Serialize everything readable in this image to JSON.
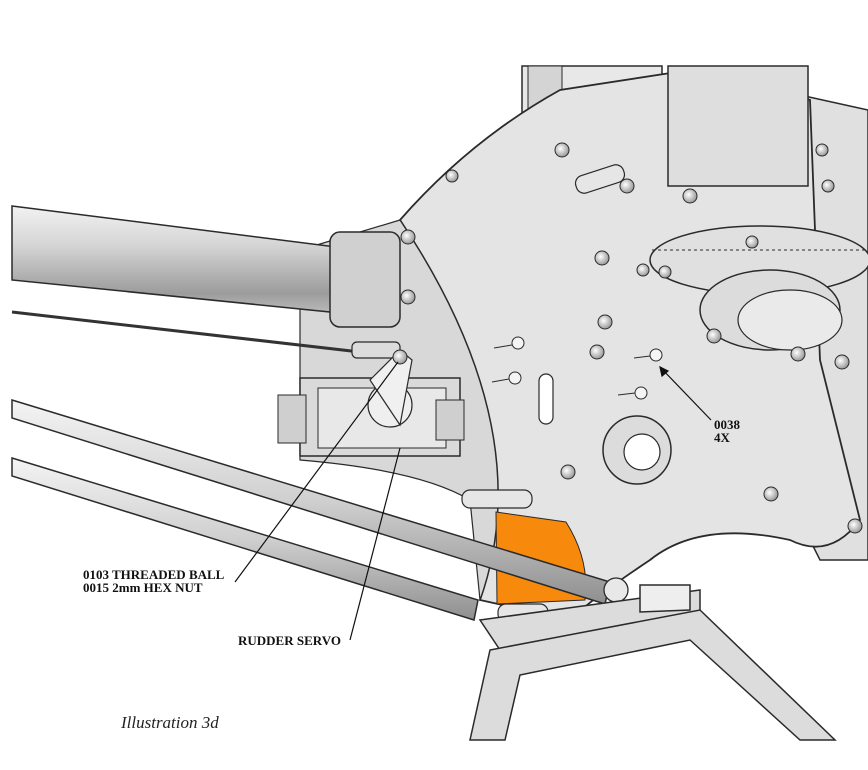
{
  "callouts": {
    "screw_part": "0038",
    "screw_qty": "4X",
    "ball_part": "0103 THREADED BALL",
    "nut_part": "0015 2mm HEX NUT",
    "servo": "RUDDER SERVO"
  },
  "caption": "Illustration 3d",
  "colors": {
    "frame_fill": "#e4e4e4",
    "outline": "#2a2a2a",
    "servo_mount_highlight": "#f7890c",
    "tube": "#c8c8c8"
  }
}
